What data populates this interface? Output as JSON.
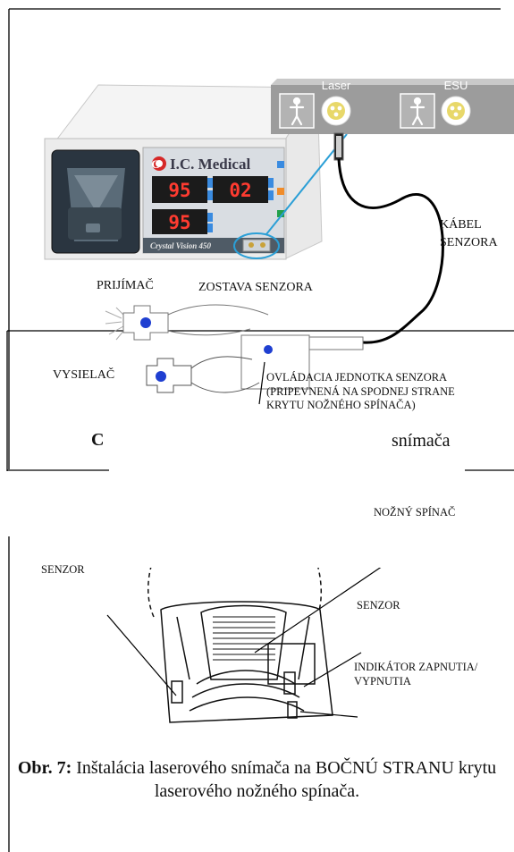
{
  "device": {
    "brand": "I.C. Medical",
    "brand_initial": "C",
    "model": "Crystal Vision 450",
    "display_top_left": "95",
    "display_top_right": "02",
    "display_bottom": "95"
  },
  "panel": {
    "laser_label": "Laser",
    "esu_label": "ESU"
  },
  "labels": {
    "cable": "KÁBEL\nSENZORA",
    "receiver": "PRIJÍMAČ",
    "sensor_assembly": "ZOSTAVA SENZORA",
    "transmitter": "VYSIELAČ",
    "control_unit": "OVLÁDACIA JEDNOTKA SENZORA (PRIPEVNENÁ NA SPODNEJ STRANE KRYTU NOŽNÉHO SPÍNAČA)",
    "partial_left": "C",
    "partial_right": "snímača",
    "foot_switch": "NOŽNÝ SPÍNAČ",
    "sensor_left": "SENZOR",
    "sensor_right": "SENZOR",
    "indicator": "INDIKÁTOR ZAPNUTIA/\nVYPNUTIA"
  },
  "caption": {
    "prefix": "Obr. 7:",
    "text": " Inštalácia laserového snímača na BOČNÚ STRANU krytu laserového nožného spínača."
  },
  "colors": {
    "line": "#000000",
    "accent_cable": "#2b9fd6",
    "dot": "#1f3fd1",
    "display_red": "#ff3b30",
    "panel_gray": "#9c9c9c"
  }
}
